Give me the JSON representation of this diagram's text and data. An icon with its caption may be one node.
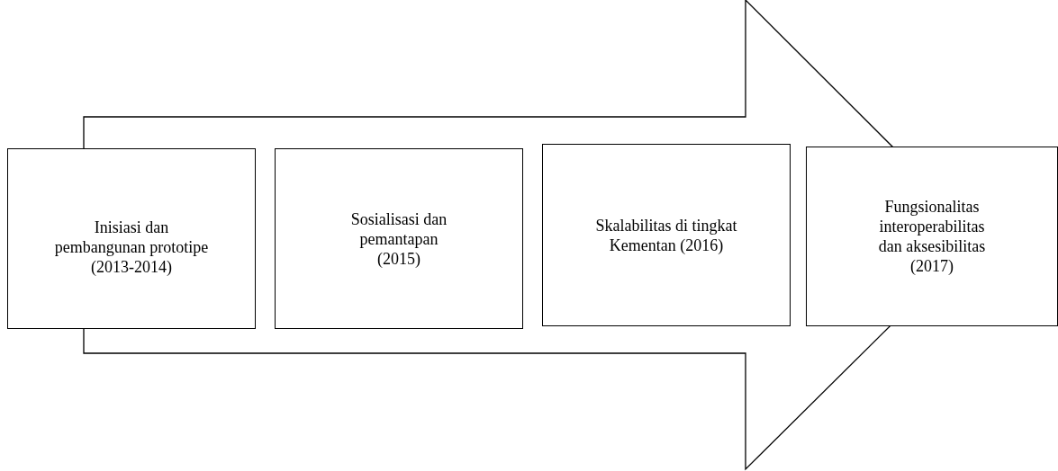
{
  "diagram": {
    "nodes": [
      {
        "text": [
          "Inisiasi dan pembangunan prototipe (2013-2014)"
        ]
      },
      {
        "text": [
          "Sosialisasi dan pemantapan (2015)"
        ]
      },
      {
        "text": [
          "Skalabilitas di tingkat Kementan (2016)"
        ]
      },
      {
        "text": [
          "Fungsionalitas interoperabilitas dan aksesibilitas (2017)"
        ]
      }
    ],
    "edges": [
      {
        "from": 0,
        "to": 3,
        "arrow": "to"
      }
    ]
  }
}
